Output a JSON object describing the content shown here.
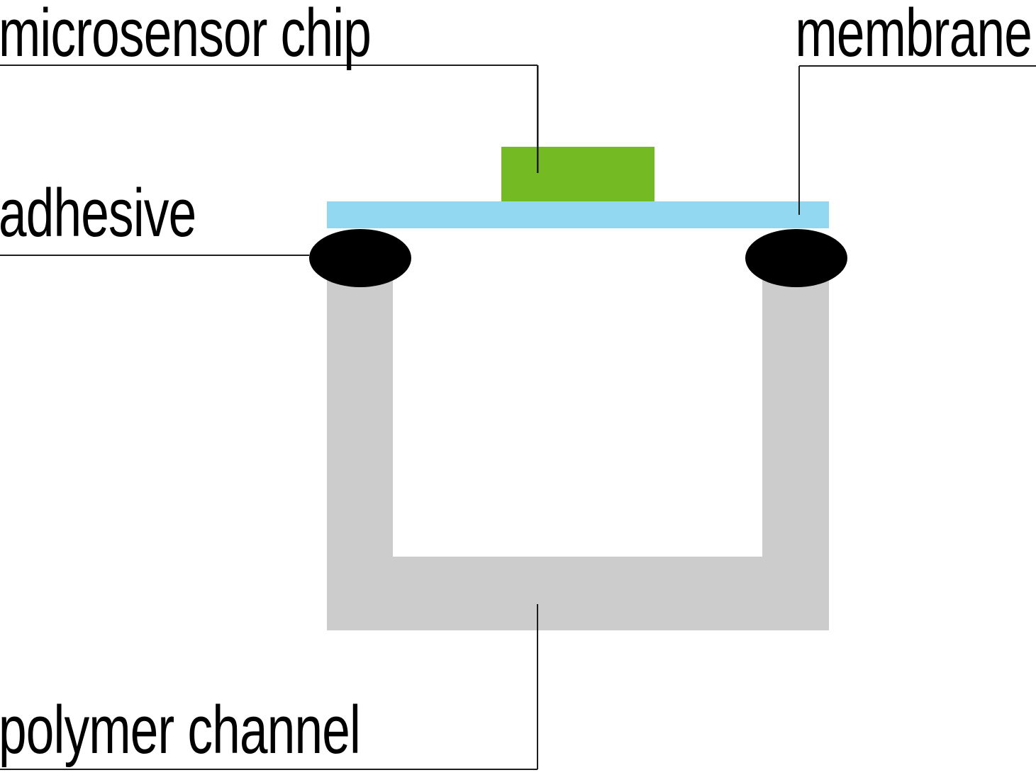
{
  "diagram": {
    "type": "schematic-cross-section",
    "labels": {
      "microsensor_chip": "microsensor chip",
      "membrane": "membrane",
      "adhesive": "adhesive",
      "polymer_channel": "polymer channel"
    },
    "colors": {
      "chip_green": "#74ba22",
      "membrane_blue": "#92d8f0",
      "channel_gray": "#cccccc",
      "adhesive_black": "#000000",
      "leader_line": "#1d1d1b",
      "background": "#ffffff"
    }
  }
}
